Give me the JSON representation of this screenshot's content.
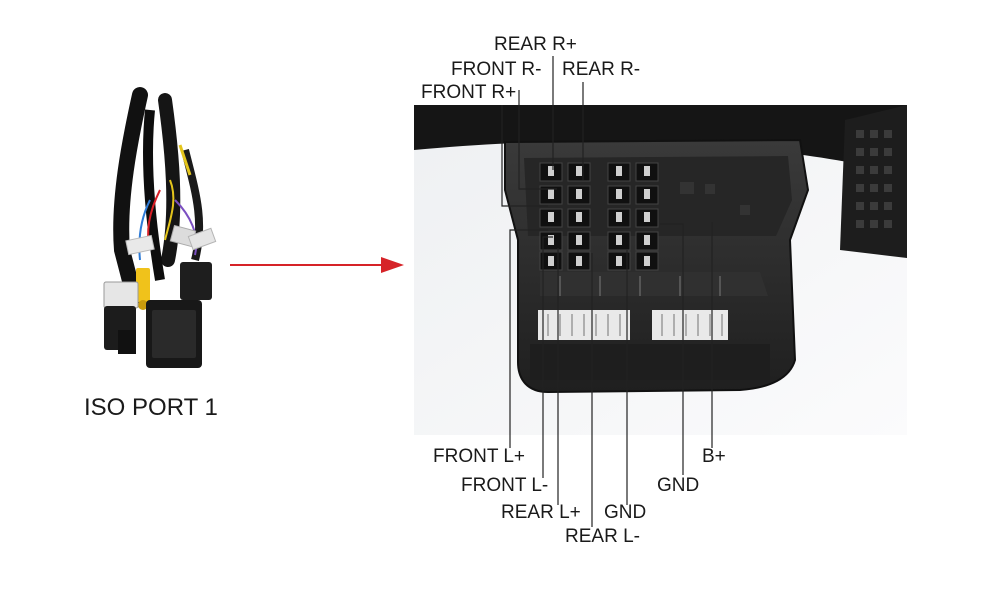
{
  "port_title": "ISO PORT 1",
  "pins": {
    "rear_r_plus": "REAR R+",
    "front_r_minus": "FRONT R-",
    "rear_r_minus": "REAR R-",
    "front_r_plus": "FRONT R+",
    "front_l_plus": "FRONT L+",
    "front_l_minus": "FRONT L-",
    "rear_l_plus": "REAR L+",
    "gnd_1": "GND",
    "rear_l_minus": "REAR L-",
    "gnd_2": "GND",
    "b_plus": "B+"
  },
  "colors": {
    "arrow": "#d62328",
    "leader": "#222222",
    "connector": "#2b2b2b"
  }
}
